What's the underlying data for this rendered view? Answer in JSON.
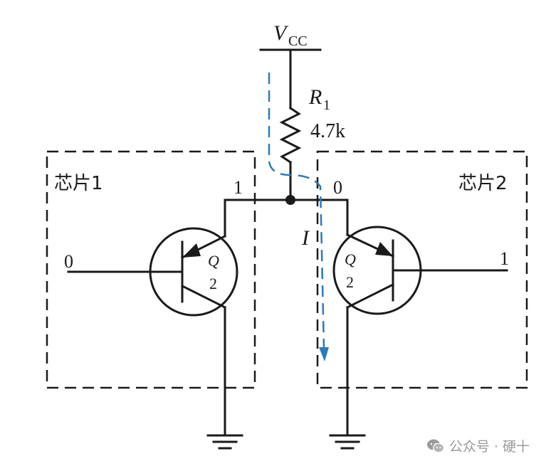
{
  "supply": {
    "symbol": "V",
    "subscript": "CC"
  },
  "resistor": {
    "name": "R",
    "subscript": "1",
    "value": "4.7k"
  },
  "chip1": {
    "label": "芯片1",
    "output_level": "1",
    "input_level": "0",
    "transistor": {
      "letter": "Q",
      "number": "2"
    }
  },
  "chip2": {
    "label": "芯片2",
    "output_level": "0",
    "input_level": "1",
    "transistor": {
      "letter": "Q",
      "number": "2"
    }
  },
  "current": {
    "label": "I",
    "color": "#2a7bbd"
  },
  "watermark": {
    "text": "公众号 · 硬十",
    "icon": "wechat-icon"
  }
}
